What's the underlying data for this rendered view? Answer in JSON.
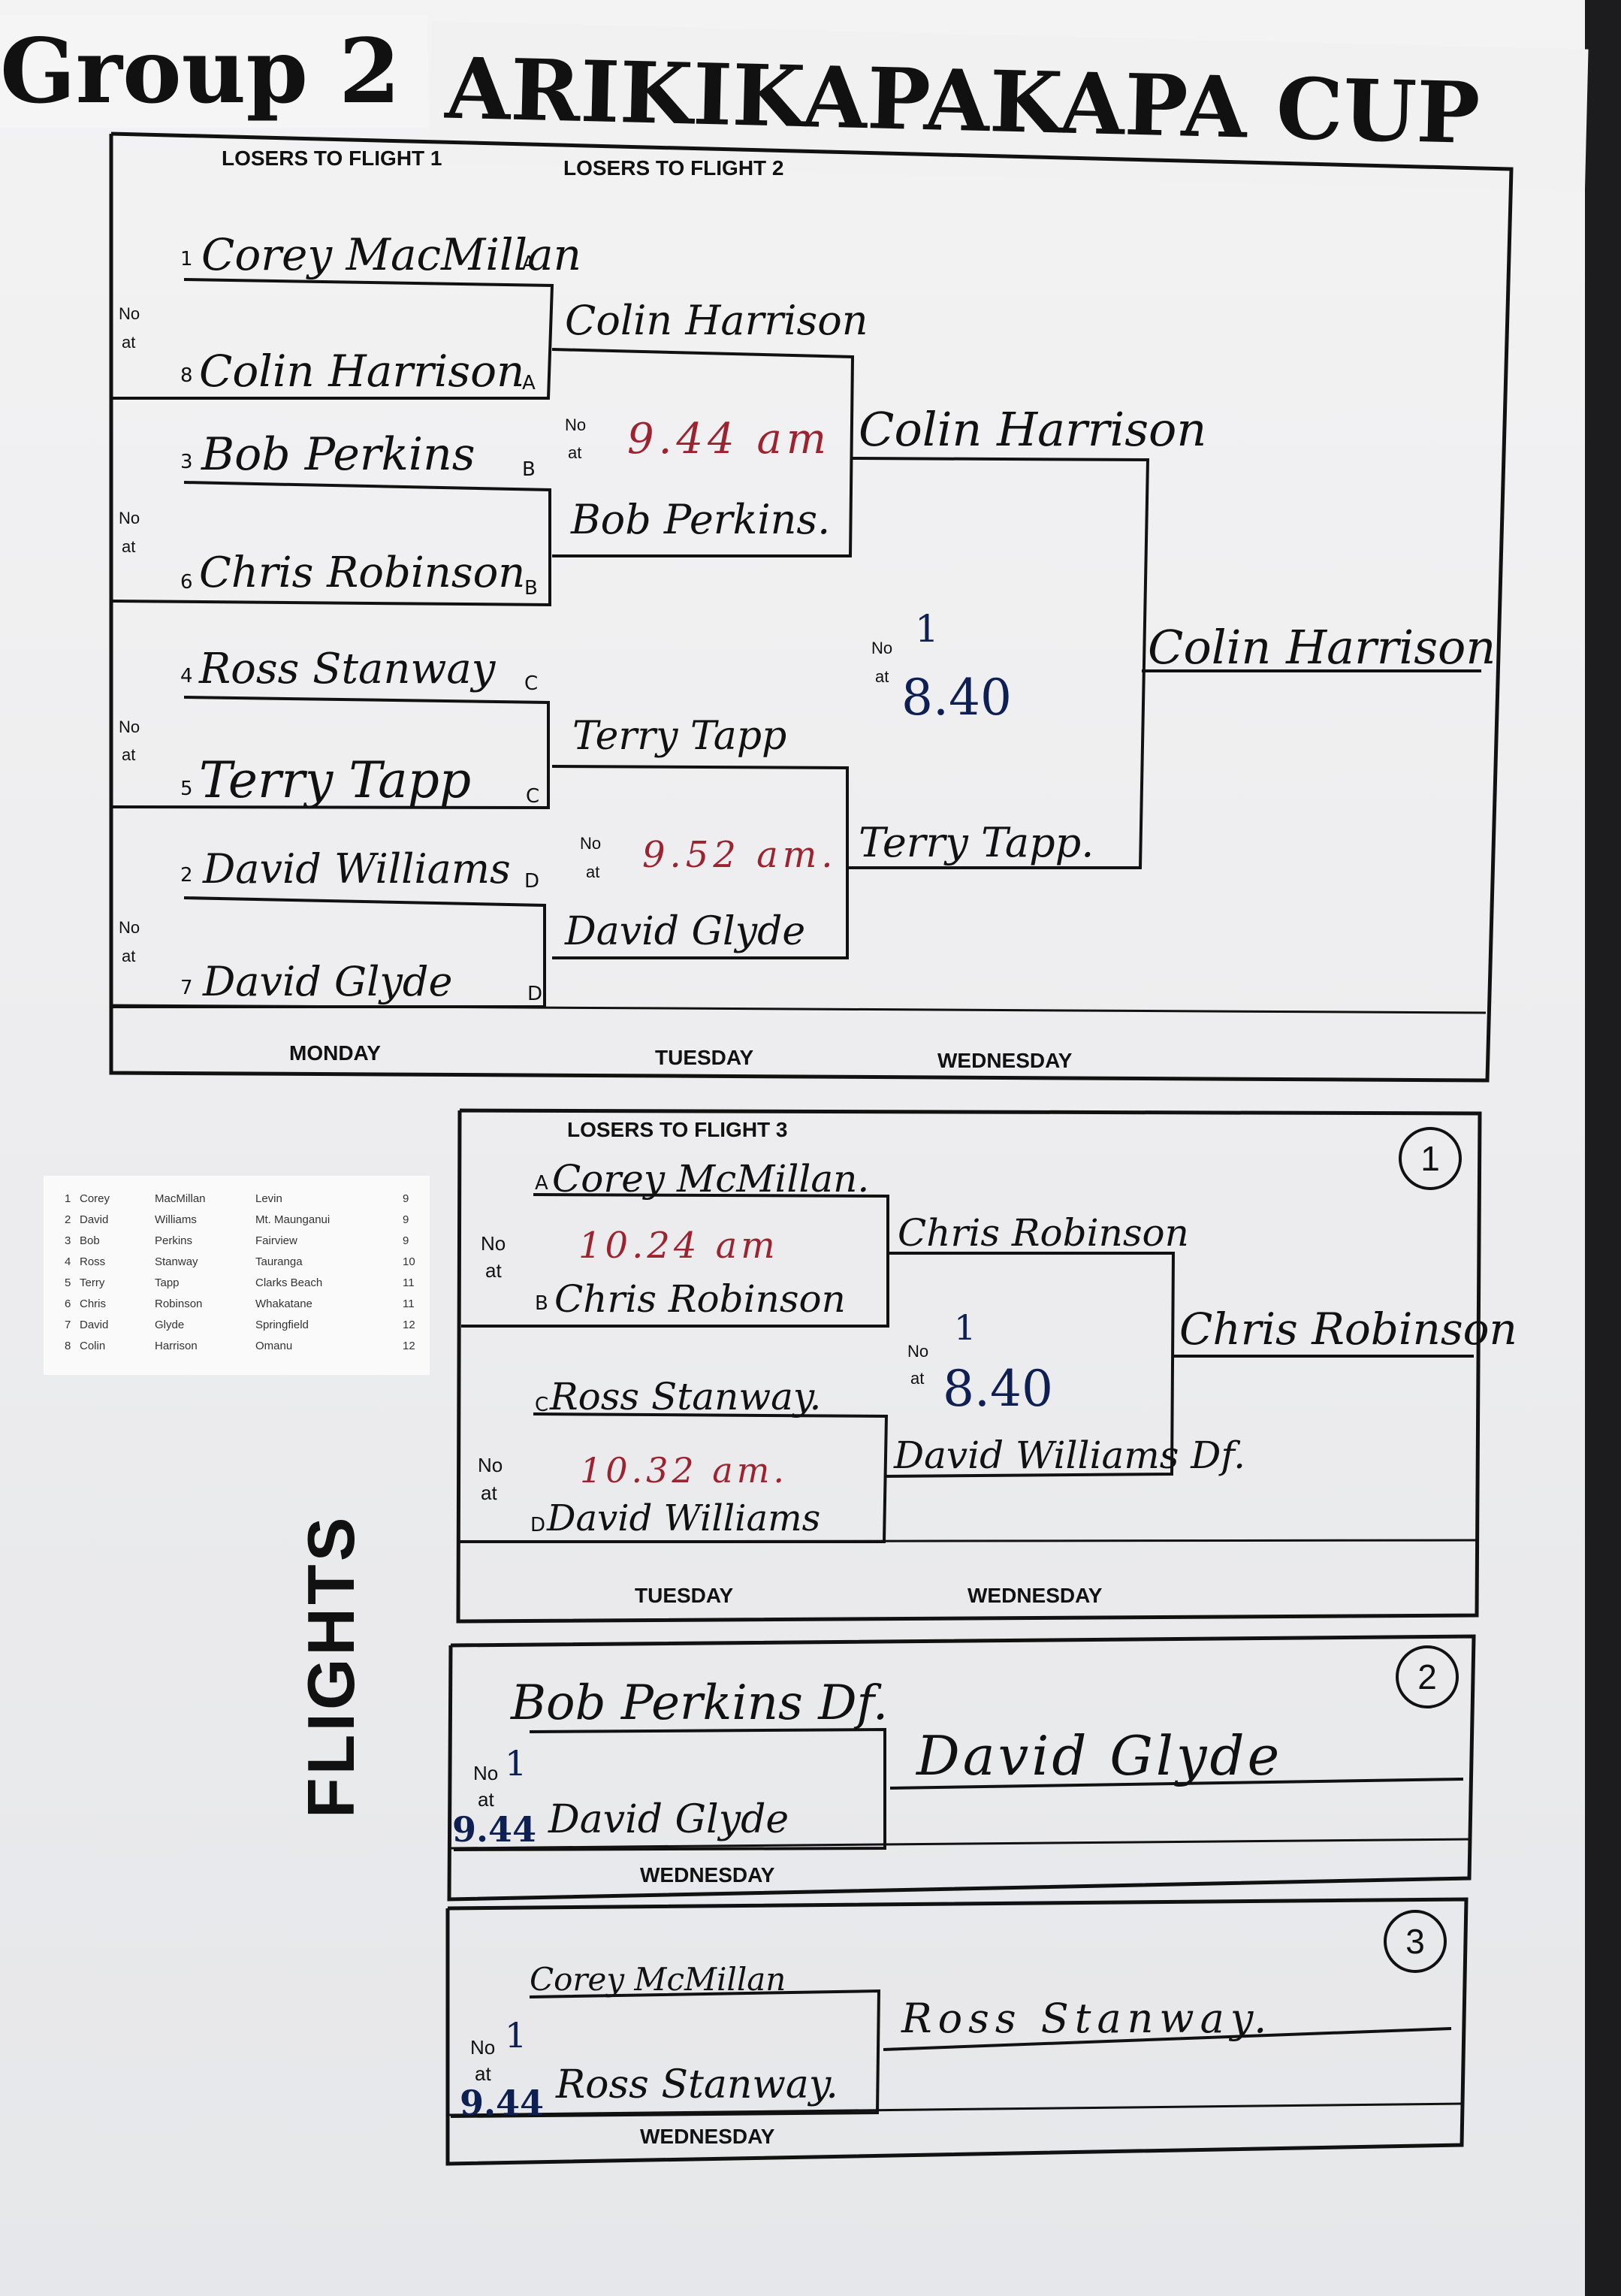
{
  "header": {
    "group": "Group 2",
    "cup": "ARIKIKAPAKAPA CUP"
  },
  "main_bracket": {
    "col_headers": [
      "LOSERS TO FLIGHT 1",
      "LOSERS TO FLIGHT 2"
    ],
    "round1": [
      {
        "seed": "1",
        "name": "Corey MacMillan",
        "tag": "A"
      },
      {
        "seed": "8",
        "name": "Colin Harrison",
        "tag": "A"
      },
      {
        "seed": "3",
        "name": "Bob Perkins",
        "tag": "B"
      },
      {
        "seed": "6",
        "name": "Chris Robinson",
        "tag": "B"
      },
      {
        "seed": "4",
        "name": "Ross Stanway",
        "tag": "C"
      },
      {
        "seed": "5",
        "name": "Terry Tapp",
        "tag": "C"
      },
      {
        "seed": "2",
        "name": "David Williams",
        "tag": "D"
      },
      {
        "seed": "7",
        "name": "David Glyde",
        "tag": "D"
      }
    ],
    "round2": [
      "Colin Harrison",
      "Bob Perkins.",
      "Terry Tapp",
      "David Glyde"
    ],
    "round2_times": [
      "9.44 am",
      "9.52 am."
    ],
    "semis": [
      "Colin Harrison",
      "Terry Tapp."
    ],
    "semi_no": "1",
    "semi_time": "8.40",
    "winner": "Colin Harrison",
    "no_label": "No",
    "at_label": "at",
    "days": [
      "MONDAY",
      "TUESDAY",
      "WEDNESDAY"
    ]
  },
  "entrants": [
    {
      "no": "1",
      "first": "Corey",
      "last": "MacMillan",
      "club": "Levin",
      "hcp": "9"
    },
    {
      "no": "2",
      "first": "David",
      "last": "Williams",
      "club": "Mt. Maunganui",
      "hcp": "9"
    },
    {
      "no": "3",
      "first": "Bob",
      "last": "Perkins",
      "club": "Fairview",
      "hcp": "9"
    },
    {
      "no": "4",
      "first": "Ross",
      "last": "Stanway",
      "club": "Tauranga",
      "hcp": "10"
    },
    {
      "no": "5",
      "first": "Terry",
      "last": "Tapp",
      "club": "Clarks Beach",
      "hcp": "11"
    },
    {
      "no": "6",
      "first": "Chris",
      "last": "Robinson",
      "club": "Whakatane",
      "hcp": "11"
    },
    {
      "no": "7",
      "first": "David",
      "last": "Glyde",
      "club": "Springfield",
      "hcp": "12"
    },
    {
      "no": "8",
      "first": "Colin",
      "last": "Harrison",
      "club": "Omanu",
      "hcp": "12"
    }
  ],
  "flights_label": "FLIGHTS",
  "flight1": {
    "number": "1",
    "header": "LOSERS TO FLIGHT 3",
    "players": [
      "Corey McMillan.",
      "Chris Robinson",
      "Ross Stanway.",
      "David Williams"
    ],
    "tags": [
      "A",
      "B",
      "C",
      "D"
    ],
    "times": [
      "10.24 am",
      "10.32 am."
    ],
    "round2": [
      "Chris Robinson",
      "David Williams Df."
    ],
    "match_no": "1",
    "match_time": "8.40",
    "winner": "Chris Robinson",
    "days": [
      "TUESDAY",
      "WEDNESDAY"
    ]
  },
  "flight2": {
    "number": "2",
    "players": [
      "Bob Perkins Df.",
      "David Glyde"
    ],
    "match_no": "1",
    "match_time": "9.44",
    "winner": "David Glyde",
    "day": "WEDNESDAY"
  },
  "flight3": {
    "number": "3",
    "players": [
      "Corey McMillan",
      "Ross Stanway."
    ],
    "match_no": "1",
    "match_time": "9.44",
    "winner": "Ross Stanway.",
    "day": "WEDNESDAY"
  }
}
